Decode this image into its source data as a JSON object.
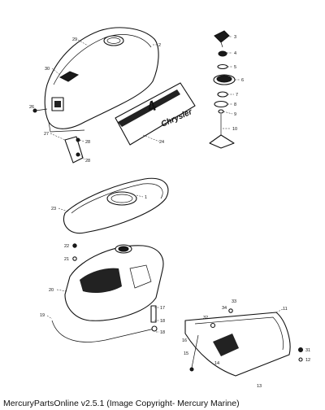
{
  "footer": {
    "caption": "MercuryPartsOnline v2.5.1 (Image Copyright- Mercury Marine)"
  },
  "decal": {
    "brand": "Chrysler",
    "hp": "4"
  },
  "callouts": [
    {
      "id": "c29",
      "label": "29"
    },
    {
      "id": "c2",
      "label": "2"
    },
    {
      "id": "c3",
      "label": "3"
    },
    {
      "id": "c4",
      "label": "4"
    },
    {
      "id": "c5",
      "label": "5"
    },
    {
      "id": "c6",
      "label": "6"
    },
    {
      "id": "c7",
      "label": "7"
    },
    {
      "id": "c8",
      "label": "8"
    },
    {
      "id": "c9",
      "label": "9"
    },
    {
      "id": "c10",
      "label": "10"
    },
    {
      "id": "c30",
      "label": "30"
    },
    {
      "id": "c26",
      "label": "26"
    },
    {
      "id": "c27",
      "label": "27"
    },
    {
      "id": "c28a",
      "label": "28"
    },
    {
      "id": "c28b",
      "label": "28"
    },
    {
      "id": "c24",
      "label": "24"
    },
    {
      "id": "c1",
      "label": "1"
    },
    {
      "id": "c23",
      "label": "23"
    },
    {
      "id": "c22",
      "label": "22"
    },
    {
      "id": "c21",
      "label": "21"
    },
    {
      "id": "c20",
      "label": "20"
    },
    {
      "id": "c19",
      "label": "19"
    },
    {
      "id": "c17",
      "label": "17"
    },
    {
      "id": "c18a",
      "label": "18"
    },
    {
      "id": "c18b",
      "label": "18"
    },
    {
      "id": "c11",
      "label": "11"
    },
    {
      "id": "c33",
      "label": "33"
    },
    {
      "id": "c34",
      "label": "34"
    },
    {
      "id": "c32",
      "label": "32"
    },
    {
      "id": "c16",
      "label": "16"
    },
    {
      "id": "c15",
      "label": "15"
    },
    {
      "id": "c14",
      "label": "14"
    },
    {
      "id": "c31",
      "label": "31"
    },
    {
      "id": "c12",
      "label": "12"
    },
    {
      "id": "c13",
      "label": "13"
    }
  ]
}
